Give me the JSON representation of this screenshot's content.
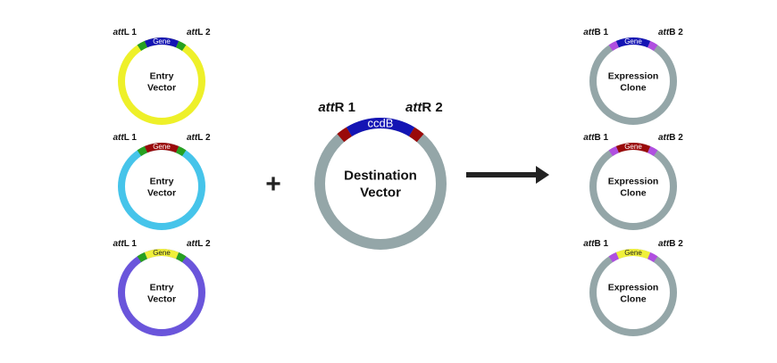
{
  "colors": {
    "att_l": "#27a020",
    "att_b": "#b04fe0",
    "att_r": "#9a0a0a",
    "gene_blue": "#1414b4",
    "gene_red": "#9a0a0a",
    "gene_yellow": "#f0f03a",
    "ring_yellow": "#eef029",
    "ring_cyan": "#46c4ea",
    "ring_purple": "#6a55db",
    "ring_gray": "#94a6a8",
    "arrow": "#222222"
  },
  "entry_vectors": [
    {
      "label_left": "attL 1",
      "label_right": "attL 2",
      "gene_label": "Gene",
      "gene_color": "gene_blue",
      "ring_color": "ring_yellow",
      "att_color": "att_l",
      "gene_text_color": "#ffffff",
      "center_lines": [
        "Entry",
        "Vector"
      ]
    },
    {
      "label_left": "attL 1",
      "label_right": "attL 2",
      "gene_label": "Gene",
      "gene_color": "gene_red",
      "ring_color": "ring_cyan",
      "att_color": "att_l",
      "gene_text_color": "#ffffff",
      "center_lines": [
        "Entry",
        "Vector"
      ]
    },
    {
      "label_left": "attL 1",
      "label_right": "attL 2",
      "gene_label": "Gene",
      "gene_color": "gene_yellow",
      "ring_color": "ring_purple",
      "att_color": "att_l",
      "gene_text_color": "#222222",
      "center_lines": [
        "Entry",
        "Vector"
      ]
    }
  ],
  "plus_symbol": "+",
  "destination_vector": {
    "label_left": "attR 1",
    "label_right": "attR 2",
    "gene_label": "ccdB",
    "gene_color": "gene_blue",
    "ring_color": "ring_gray",
    "att_color": "att_r",
    "gene_text_color": "#ffffff",
    "center_lines": [
      "Destination",
      "Vector"
    ]
  },
  "expression_clones": [
    {
      "label_left": "attB 1",
      "label_right": "attB 2",
      "gene_label": "Gene",
      "gene_color": "gene_blue",
      "ring_color": "ring_gray",
      "att_color": "att_b",
      "gene_text_color": "#ffffff",
      "center_lines": [
        "Expression",
        "Clone"
      ]
    },
    {
      "label_left": "attB 1",
      "label_right": "attB 2",
      "gene_label": "Gene",
      "gene_color": "gene_red",
      "ring_color": "ring_gray",
      "att_color": "att_b",
      "gene_text_color": "#ffffff",
      "center_lines": [
        "Expression",
        "Clone"
      ]
    },
    {
      "label_left": "attB 1",
      "label_right": "attB 2",
      "gene_label": "Gene",
      "gene_color": "gene_yellow",
      "ring_color": "ring_gray",
      "att_color": "att_b",
      "gene_text_color": "#222222",
      "center_lines": [
        "Expression",
        "Clone"
      ]
    }
  ]
}
